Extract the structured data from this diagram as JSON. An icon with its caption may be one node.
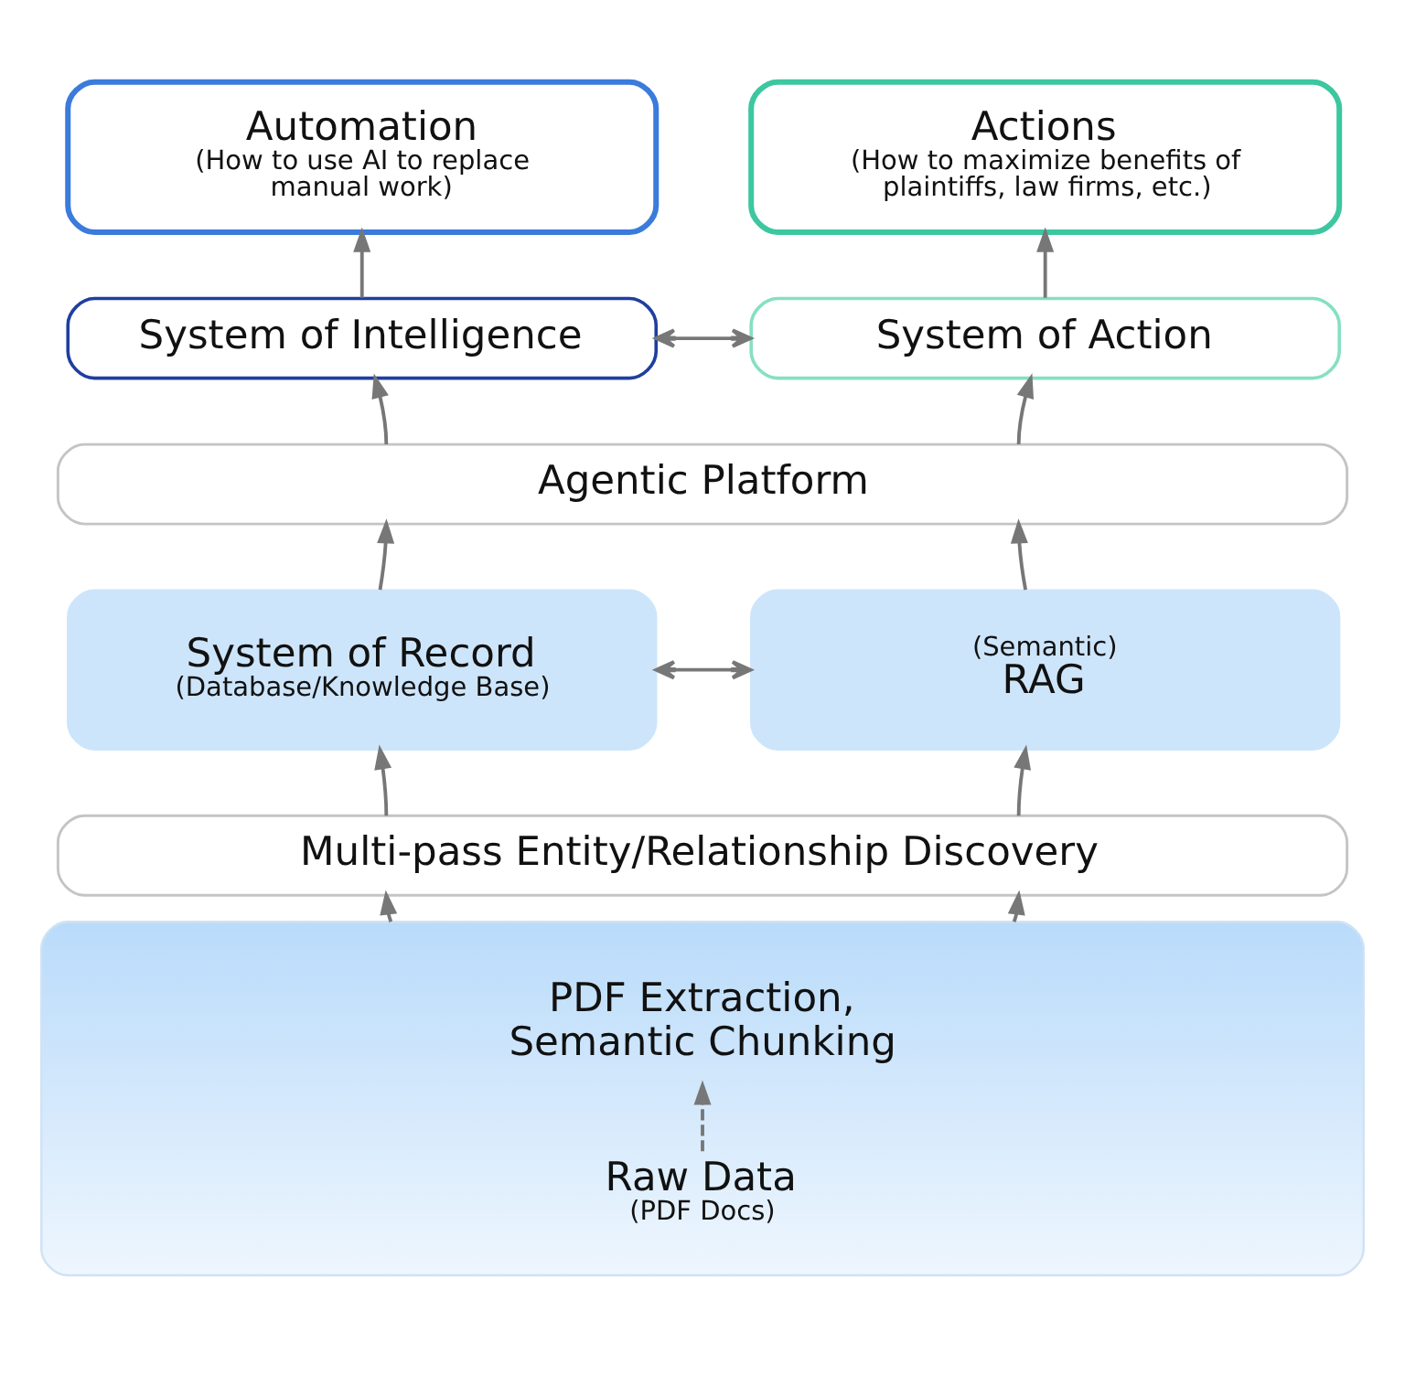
{
  "diagram": {
    "nodes": [
      {
        "text": [
          "Automation",
          "(How to use AI to replace manual work)"
        ]
      },
      {
        "text": [
          "Actions",
          "(How to maximize benefits of plaintiffs, law firms, etc.)"
        ]
      },
      {
        "text": [
          "System of Intelligence"
        ]
      },
      {
        "text": [
          "System of Action"
        ]
      },
      {
        "text": [
          "Agentic Platform"
        ]
      },
      {
        "text": [
          "System of Record",
          "(Database/Knowledge Base)"
        ]
      },
      {
        "text": [
          "(Semantic)",
          "RAG"
        ]
      },
      {
        "text": [
          "Multi-pass Entity/Relationship Discovery"
        ]
      },
      {
        "text": [],
        "shape": "box"
      },
      {
        "text": [
          "PDF Extraction, Semantic Chunking"
        ],
        "in": 8
      },
      {
        "text": [
          "Raw Data",
          "(PDF Docs)"
        ],
        "in": 8
      }
    ],
    "edges": [
      {
        "from": 2,
        "to": 0,
        "arrow": "to"
      },
      {
        "from": 3,
        "to": 1,
        "arrow": "to"
      },
      {
        "from": 2,
        "to": 3,
        "arrow": "both"
      },
      {
        "from": 4,
        "to": 2,
        "arrow": "to"
      },
      {
        "from": 4,
        "to": 3,
        "arrow": "to"
      },
      {
        "from": 5,
        "to": 4,
        "arrow": "to"
      },
      {
        "from": 6,
        "to": 4,
        "arrow": "to"
      },
      {
        "from": 5,
        "to": 6,
        "arrow": "both"
      },
      {
        "from": 7,
        "to": 5,
        "arrow": "to"
      },
      {
        "from": 7,
        "to": 6,
        "arrow": "to"
      },
      {
        "from": 8,
        "to": 7,
        "arrow": "to"
      },
      {
        "from": 8,
        "to": 7,
        "arrow": "to"
      },
      {
        "from": 10,
        "to": 9,
        "arrow": "to",
        "style": "dashed"
      }
    ]
  }
}
